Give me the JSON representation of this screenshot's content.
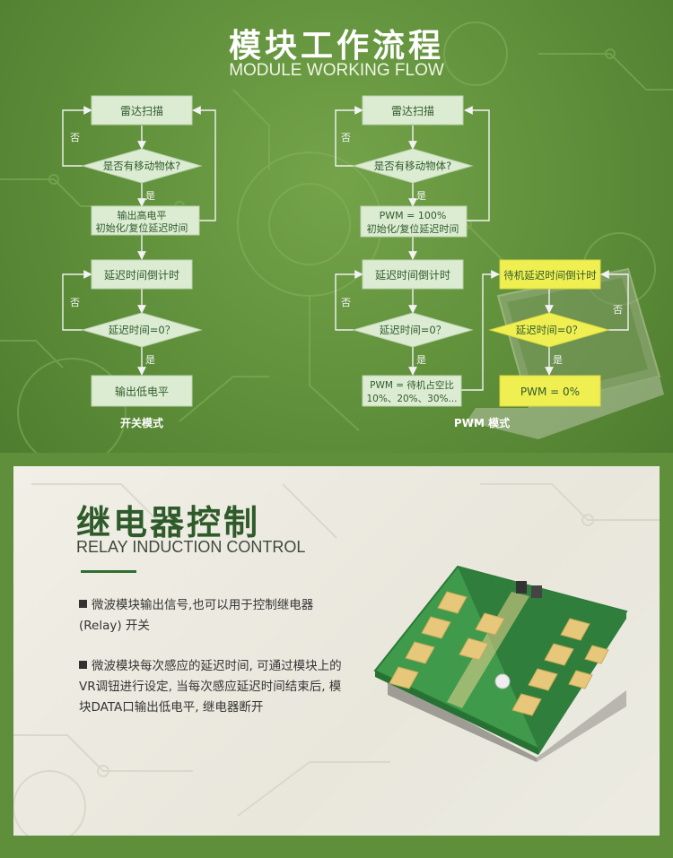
{
  "header": {
    "title_cn": "模块工作流程",
    "title_en": "MODULE WORKING FLOW"
  },
  "left_flow": {
    "scan": "雷达扫描",
    "decision1": "是否有移动物体?",
    "no1": "否",
    "yes1": "是",
    "output_line1": "输出高电平",
    "output_line2": "初始化/复位延迟时间",
    "countdown": "延迟时间倒计时",
    "no2": "否",
    "decision2": "延迟时间=0？",
    "yes2": "是",
    "output_low": "输出低电平",
    "mode_label": "开关模式"
  },
  "right_flow": {
    "scan": "雷达扫描",
    "decision1": "是否有移动物体?",
    "no1": "否",
    "yes1": "是",
    "output_line1": "PWM = 100%",
    "output_line2": "初始化/复位延迟时间",
    "countdown": "延迟时间倒计时",
    "no2": "否",
    "decision2": "延迟时间=0？",
    "yes2": "是",
    "duty_line1": "PWM = 待机占空比",
    "duty_line2": "10%、20%、30%...",
    "standby_countdown": "待机延迟时间倒计时",
    "decision3": "延迟时间=0？",
    "no3": "否",
    "yes3": "是",
    "pwm_zero": "PWM = 0%",
    "mode_label": "PWM 模式"
  },
  "relay": {
    "title_cn": "继电器控制",
    "title_en": "RELAY INDUCTION CONTROL",
    "bullet1": "微波模块输出信号,也可以用于控制继电器(Relay) 开关",
    "bullet2": "微波模块每次感应的延迟时间, 可通过模块上的VR调钮进行设定, 当每次感应延迟时间结束后, 模块DATA口输出低电平, 继电器断开"
  },
  "colors": {
    "background_green": "#5f8f3a",
    "box_fill": "#dcecd3",
    "highlight_yellow": "#f0ef52",
    "title_green": "#2f5b2b"
  }
}
